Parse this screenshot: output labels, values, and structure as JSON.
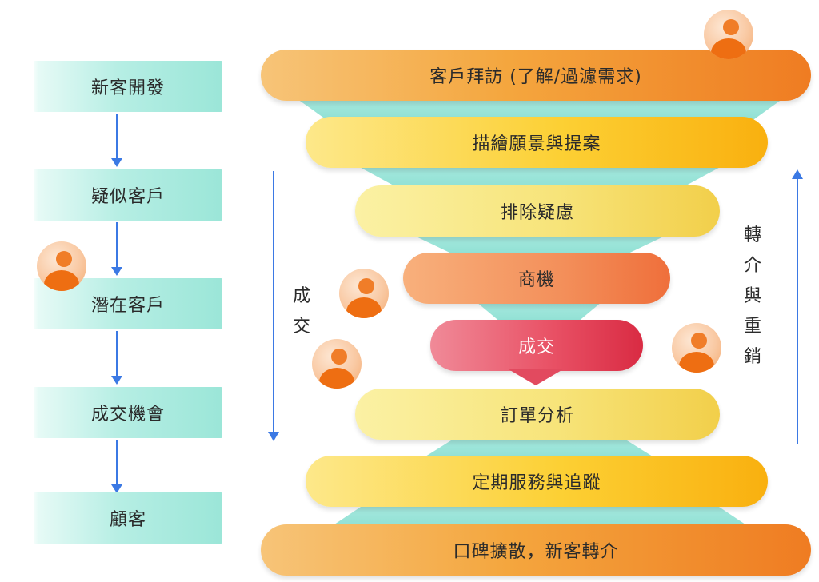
{
  "left_flow": {
    "steps": [
      "新客開發",
      "疑似客戶",
      "潛在客戶",
      "成交機會",
      "顧客"
    ]
  },
  "funnel": {
    "stages": [
      "客戶拜訪 (了解/過濾需求)",
      "描繪願景與提案",
      "排除疑慮",
      "商機",
      "成交",
      "訂單分析",
      "定期服務與追蹤",
      "口碑擴散，新客轉介"
    ]
  },
  "side_labels": {
    "left": "成交",
    "right": "轉介與重銷"
  },
  "colors": {
    "arrow_blue": "#3b79e4",
    "teal": "#9be6d8",
    "orange": "#ef7c22",
    "yellow": "#fcd034",
    "red": "#e24a5f"
  }
}
